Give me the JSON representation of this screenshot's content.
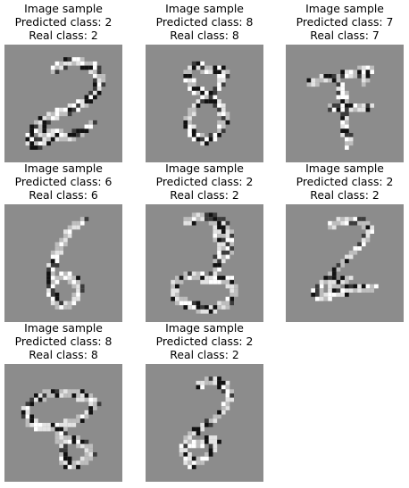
{
  "colors": {
    "background": "#8c8c8c",
    "figure": "#ffffff"
  },
  "samples": [
    {
      "title": "Image sample",
      "predicted": "Predicted class: 2",
      "real": "Real class: 2"
    },
    {
      "title": "Image sample",
      "predicted": "Predicted class: 8",
      "real": "Real class: 8"
    },
    {
      "title": "Image sample",
      "predicted": "Predicted class: 7",
      "real": "Real class: 7"
    },
    {
      "title": "Image sample",
      "predicted": "Predicted class: 6",
      "real": "Real class: 6"
    },
    {
      "title": "Image sample",
      "predicted": "Predicted class: 2",
      "real": "Real class: 2"
    },
    {
      "title": "Image sample",
      "predicted": "Predicted class: 2",
      "real": "Real class: 2"
    },
    {
      "title": "Image sample",
      "predicted": "Predicted class: 8",
      "real": "Real class: 8"
    },
    {
      "title": "Image sample",
      "predicted": "Predicted class: 2",
      "real": "Real class: 2"
    }
  ]
}
